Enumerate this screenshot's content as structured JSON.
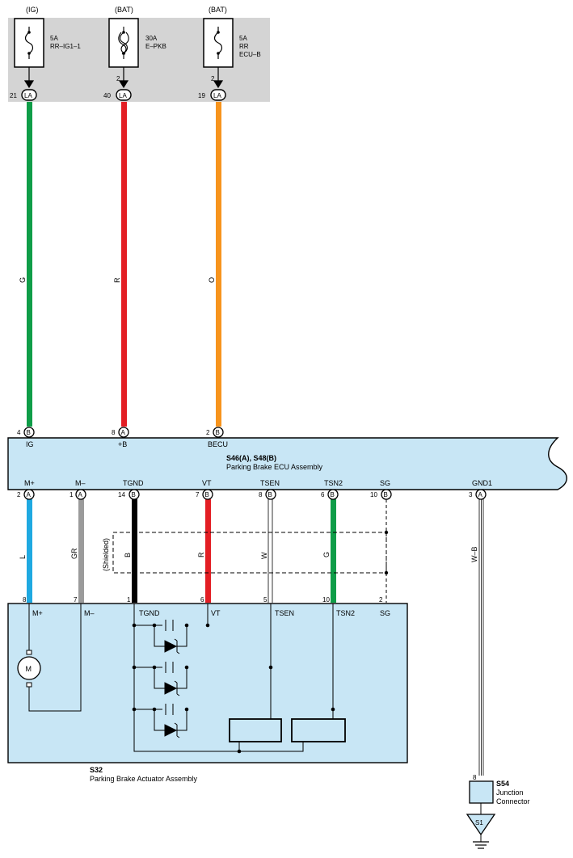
{
  "colors": {
    "fuse_box": "#d4d4d4",
    "ecu_fill": "#c8e6f5",
    "wire_G": "#0f9d48",
    "wire_R": "#e31e24",
    "wire_O": "#f7941d",
    "wire_L": "#1fa9e1",
    "wire_GR": "#9b9b9b",
    "wire_B": "#000000"
  },
  "fuses": [
    {
      "source": "(IG)",
      "rating": "5A",
      "name1": "RR–IG1–1",
      "name2": "",
      "pin_top": "",
      "pin": "21",
      "connector": "LA"
    },
    {
      "source": "(BAT)",
      "rating": "30A",
      "name1": "E–PKB",
      "name2": "",
      "pin_top": "2",
      "pin": "40",
      "connector": "LA"
    },
    {
      "source": "(BAT)",
      "rating": "5A",
      "name1": "RR",
      "name2": "ECU–B",
      "pin_top": "2",
      "pin": "19",
      "connector": "LA"
    }
  ],
  "upper_wires": [
    {
      "color_code": "G",
      "icon": "wire-G"
    },
    {
      "color_code": "R",
      "icon": "wire-R"
    },
    {
      "color_code": "O",
      "icon": "wire-O"
    }
  ],
  "ecu": {
    "code": "S46(A), S48(B)",
    "name": "Parking Brake ECU Assembly",
    "top_terminals": [
      {
        "pin": "4",
        "conn": "B",
        "label": "IG"
      },
      {
        "pin": "8",
        "conn": "A",
        "label": "+B"
      },
      {
        "pin": "2",
        "conn": "B",
        "label": "BECU"
      }
    ],
    "bottom_terminals": [
      {
        "pin": "2",
        "conn": "A",
        "label": "M+"
      },
      {
        "pin": "1",
        "conn": "A",
        "label": "M–"
      },
      {
        "pin": "14",
        "conn": "B",
        "label": "TGND"
      },
      {
        "pin": "7",
        "conn": "B",
        "label": "VT"
      },
      {
        "pin": "8",
        "conn": "B",
        "label": "TSEN"
      },
      {
        "pin": "6",
        "conn": "B",
        "label": "TSN2"
      },
      {
        "pin": "10",
        "conn": "B",
        "label": "SG"
      },
      {
        "pin": "3",
        "conn": "A",
        "label": "GND1"
      }
    ]
  },
  "lower_wires": [
    "L",
    "GR",
    "B",
    "R",
    "W",
    "G",
    "W–B"
  ],
  "shield_label": "(Shielded)",
  "actuator": {
    "code": "S32",
    "name": "Parking Brake Actuator Assembly",
    "pins": [
      "8",
      "7",
      "1",
      "6",
      "5",
      "10",
      "2"
    ],
    "labels": [
      "M+",
      "M–",
      "TGND",
      "VT",
      "TSEN",
      "TSN2",
      "SG"
    ],
    "motor": "M"
  },
  "junction": {
    "pin": "8",
    "code": "S54",
    "name1": "Junction",
    "name2": "Connector"
  },
  "ground": {
    "label": "S1"
  }
}
